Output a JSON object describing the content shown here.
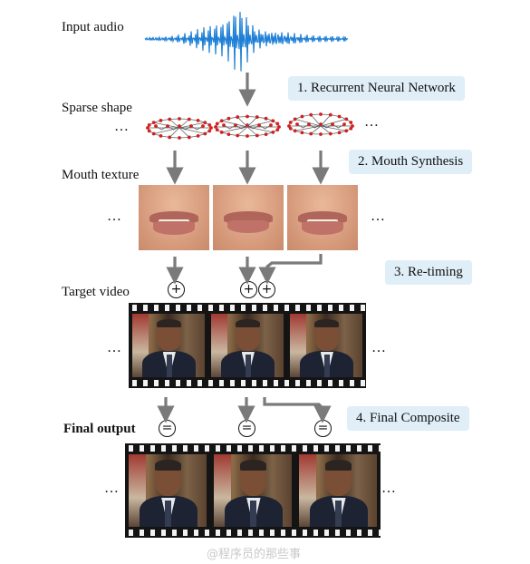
{
  "labels": {
    "input_audio": "Input audio",
    "sparse_shape": "Sparse shape",
    "mouth_texture": "Mouth texture",
    "target_video": "Target video",
    "final_output": "Final output"
  },
  "steps": [
    {
      "label": "1. Recurrent Neural Network"
    },
    {
      "label": "2. Mouth Synthesis"
    },
    {
      "label": "3. Re-timing"
    },
    {
      "label": "4. Final Composite"
    }
  ],
  "ellipsis": "…",
  "operators": {
    "plus": "+",
    "equals": "="
  },
  "watermark": "@程序员的那些事",
  "colors": {
    "step_bg": "#dfeef7",
    "arrow": "#7a7a7a",
    "waveform": "#1e7fd6",
    "landmark_dot": "#d12020",
    "film": "#141414"
  }
}
